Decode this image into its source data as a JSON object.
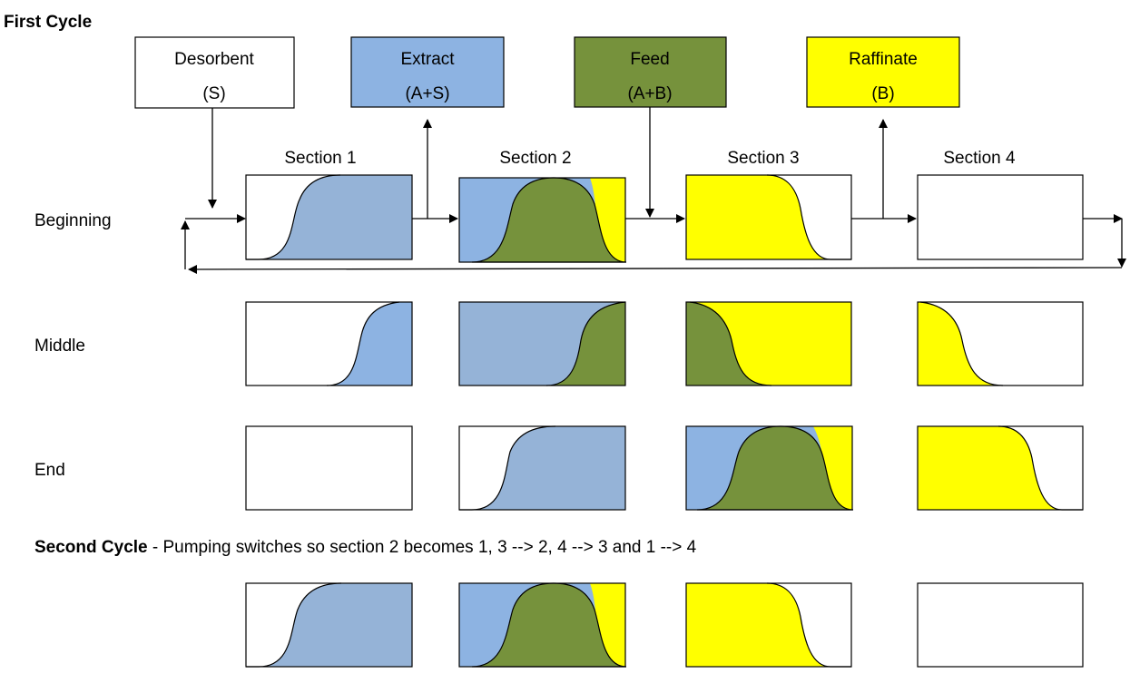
{
  "first_cycle_title": "First Cycle",
  "inputs": [
    {
      "name": "Desorbent",
      "sub": "(S)",
      "color": "#ffffff"
    },
    {
      "name": "Extract",
      "sub": "(A+S)",
      "color": "#8db3e2"
    },
    {
      "name": "Feed",
      "sub": "(A+B)",
      "color": "#76923c"
    },
    {
      "name": "Raffinate",
      "sub": "(B)",
      "color": "#ffff00"
    }
  ],
  "sections": [
    "Section 1",
    "Section 2",
    "Section 3",
    "Section 4"
  ],
  "stages": [
    "Beginning",
    "Middle",
    "End"
  ],
  "second_cycle": {
    "title": "Second Cycle",
    "description": " - Pumping switches so section 2 becomes 1, 3 --> 2, 4 --> 3 and 1 --> 4"
  },
  "colors": {
    "blue_a": "#95b3d7",
    "blue_s": "#8db3e2",
    "green_ab": "#76923c",
    "yellow_b": "#ffff00"
  }
}
